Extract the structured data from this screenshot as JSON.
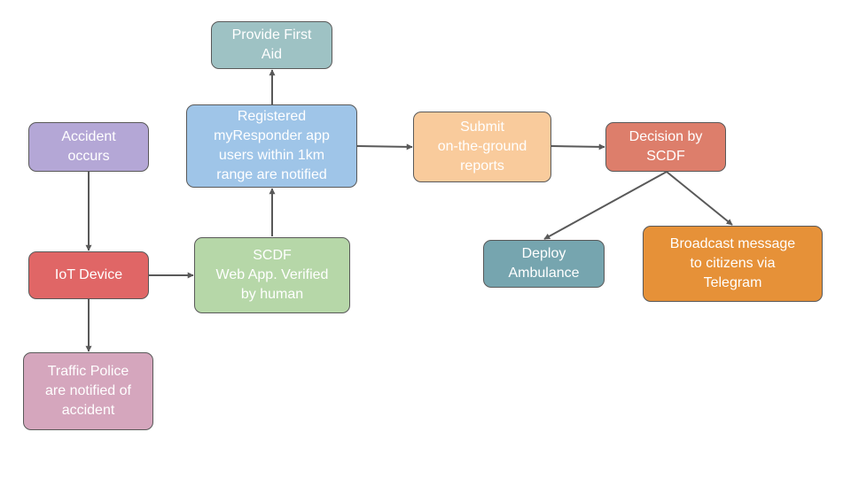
{
  "nodes": {
    "first_aid": "Provide First\nAid",
    "registered": "Registered\nmyResponder app\nusers within 1km\nrange are notified",
    "submit": "Submit\non-the-ground\nreports",
    "decision": "Decision by\nSCDF",
    "accident": "Accident\noccurs",
    "iot": "IoT Device",
    "scdf": "SCDF\nWeb App. Verified\nby human",
    "ambulance": "Deploy\nAmbulance",
    "broadcast": "Broadcast message\nto citizens via\nTelegram",
    "traffic": "Traffic Police\nare notified of\naccident"
  },
  "colors": {
    "arrow": "#595959",
    "text": "#ffffff",
    "first_aid": "#9ec2c4",
    "registered": "#9fc5e8",
    "submit": "#f9cb9c",
    "decision": "#dd7e6b",
    "accident": "#b4a7d6",
    "iot": "#e06666",
    "scdf": "#b6d7a8",
    "ambulance": "#76a5af",
    "broadcast": "#e69138",
    "traffic": "#d5a6bd"
  },
  "edges": [
    {
      "from": "accident",
      "to": "iot"
    },
    {
      "from": "iot",
      "to": "traffic"
    },
    {
      "from": "iot",
      "to": "scdf"
    },
    {
      "from": "scdf",
      "to": "registered"
    },
    {
      "from": "registered",
      "to": "first_aid"
    },
    {
      "from": "registered",
      "to": "submit"
    },
    {
      "from": "submit",
      "to": "decision"
    },
    {
      "from": "decision",
      "to": "ambulance"
    },
    {
      "from": "decision",
      "to": "broadcast"
    }
  ]
}
